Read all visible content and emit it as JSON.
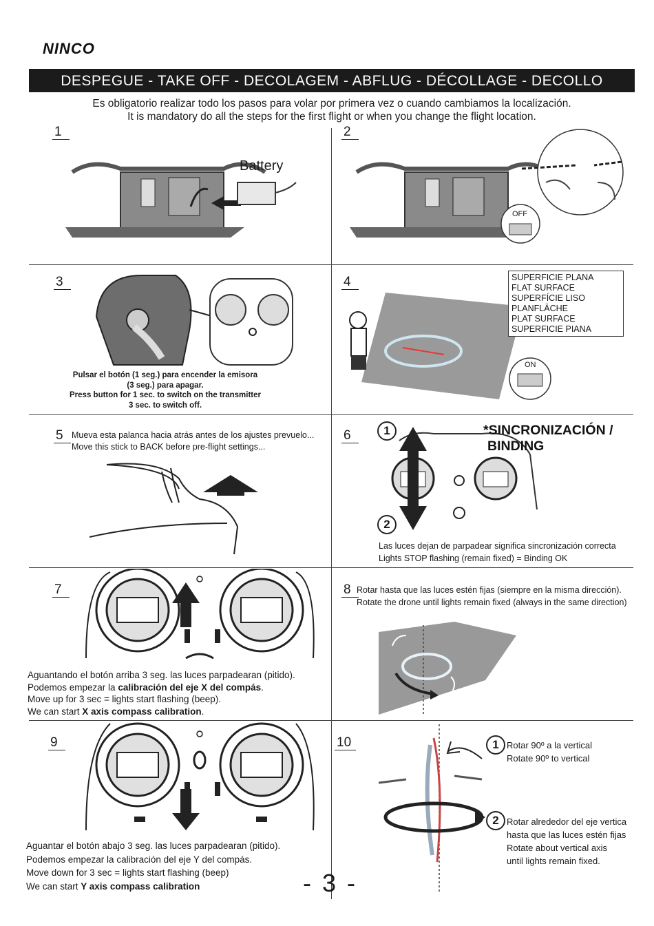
{
  "brand": "NINCO",
  "banner_title": "DESPEGUE - TAKE OFF - DECOLAGEM - ABFLUG - DÉCOLLAGE - DECOLLO",
  "intro": {
    "es": "Es obligatorio realizar todo los pasos para volar por primera vez o cuando cambiamos la localización.",
    "en": "It is mandatory do all the steps for the first flight or when you change the flight location."
  },
  "steps": {
    "s1": {
      "num": "1",
      "battery_label": "Battery"
    },
    "s2": {
      "num": "2",
      "off_label": "OFF"
    },
    "s3": {
      "num": "3",
      "caption": [
        "Pulsar el botón (1 seg.) para encender la emisora",
        "(3 seg.) para apagar.",
        "Press button for 1 sec. to switch on the transmitter",
        "3 sec. to switch off."
      ]
    },
    "s4": {
      "num": "4",
      "on_label": "ON",
      "surfaces": [
        "SUPERFICIE PLANA",
        "FLAT SURFACE",
        "SUPERFÍCIE LISO",
        "PLANFLÄCHE",
        "PLAT SURFACE",
        "SUPERFICIE PIANA"
      ]
    },
    "s5": {
      "num": "5",
      "lines": [
        "Mueva esta palanca hacia atrás antes de los ajustes prevuelo...",
        "Move this stick to BACK before pre-flight settings..."
      ]
    },
    "s6": {
      "num": "6",
      "title1": "*SINCRONIZACIÓN /",
      "title2": "BINDING",
      "marker1": "1",
      "marker2": "2",
      "lines": [
        "Las luces dejan de parpadear significa sincronización correcta",
        "Lights STOP flashing (remain fixed) = Binding OK"
      ]
    },
    "s7": {
      "num": "7",
      "line1": "Aguantando el botón arriba 3 seg. las luces parpadearan (pitido).",
      "line2_pre": "Podemos empezar la ",
      "line2_bold": "calibración del eje X del compás",
      "line2_post": ".",
      "line3": "Move up for 3 sec = lights start flashing (beep).",
      "line4_pre": "We can start ",
      "line4_bold": "X axis compass calibration",
      "line4_post": "."
    },
    "s8": {
      "num": "8",
      "lines": [
        "Rotar hasta que las luces estén fijas (siempre en la misma dirección).",
        "Rotate the drone until lights remain fixed (always in the same direction)"
      ]
    },
    "s9": {
      "num": "9",
      "line1": "Aguantar el botón abajo 3 seg. las luces parpadearan (pitido).",
      "line2": "Podemos empezar la calibración del eje Y del compás.",
      "line3": "Move down for 3 sec = lights start flashing (beep)",
      "line4_pre": "We can start ",
      "line4_bold": "Y axis compass calibration"
    },
    "s10": {
      "num": "10",
      "marker1": "1",
      "marker2": "2",
      "text1": [
        "Rotar 90º a la vertical",
        "Rotate 90º to vertical"
      ],
      "text2": [
        "Rotar alrededor del eje vertica",
        "hasta que las luces estén fijas",
        "Rotate about vertical axis",
        "until lights remain fixed."
      ]
    }
  },
  "page_number": "- 3 -"
}
